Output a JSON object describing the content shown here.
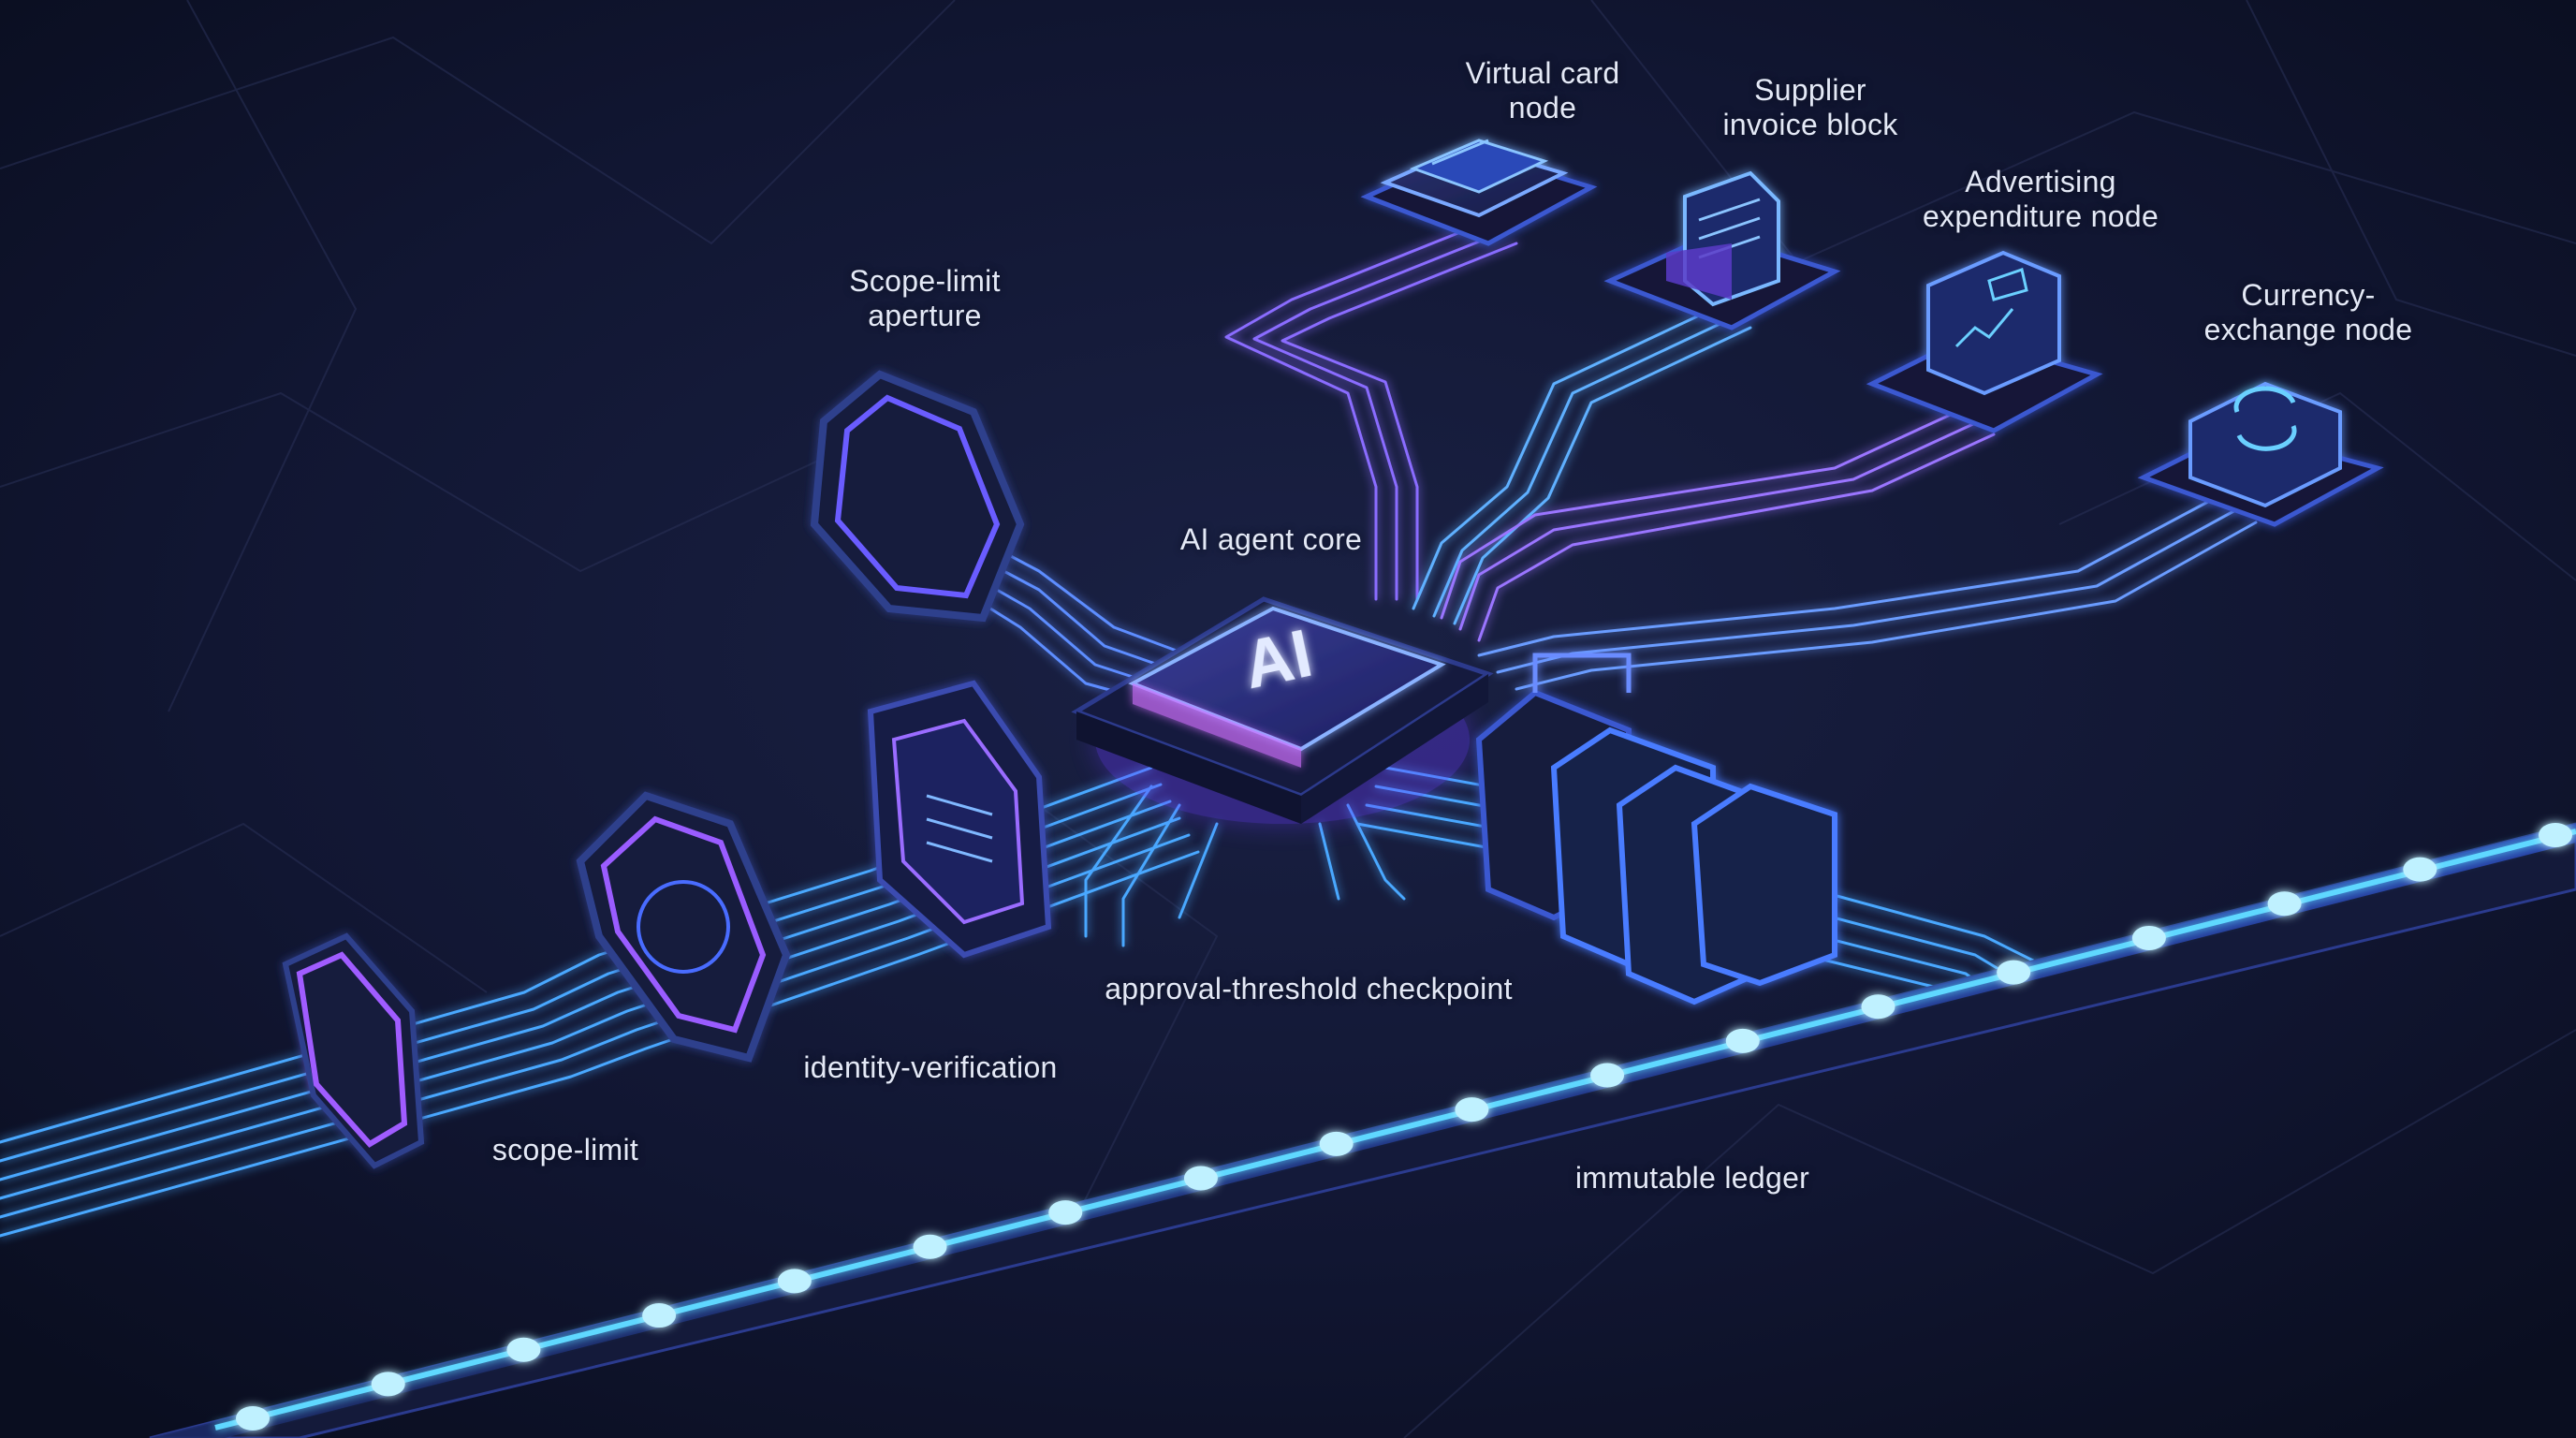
{
  "colors": {
    "background": "#0c1124",
    "glow_blue": "#3fa4ff",
    "glow_violet": "#8a5cff",
    "ledger_node": "#bff1ff"
  },
  "labels": {
    "virtual_card": "Virtual card\nnode",
    "supplier_invoice": "Supplier\ninvoice block",
    "advertising": "Advertising\nexpenditure node",
    "currency": "Currency-\nexchange node",
    "scope_aperture": "Scope-limit\naperture",
    "ai_core": "AI agent core",
    "approval": "approval-threshold checkpoint",
    "identity": "identity-verification",
    "scope_limit": "scope-limit",
    "ledger": "immutable ledger"
  },
  "core": {
    "chip_text": "AI"
  },
  "icons": {
    "virtual_card": "credit-card-icon",
    "supplier_invoice": "document-icon",
    "advertising": "megaphone-chart-icon",
    "currency": "exchange-arrows-icon"
  }
}
